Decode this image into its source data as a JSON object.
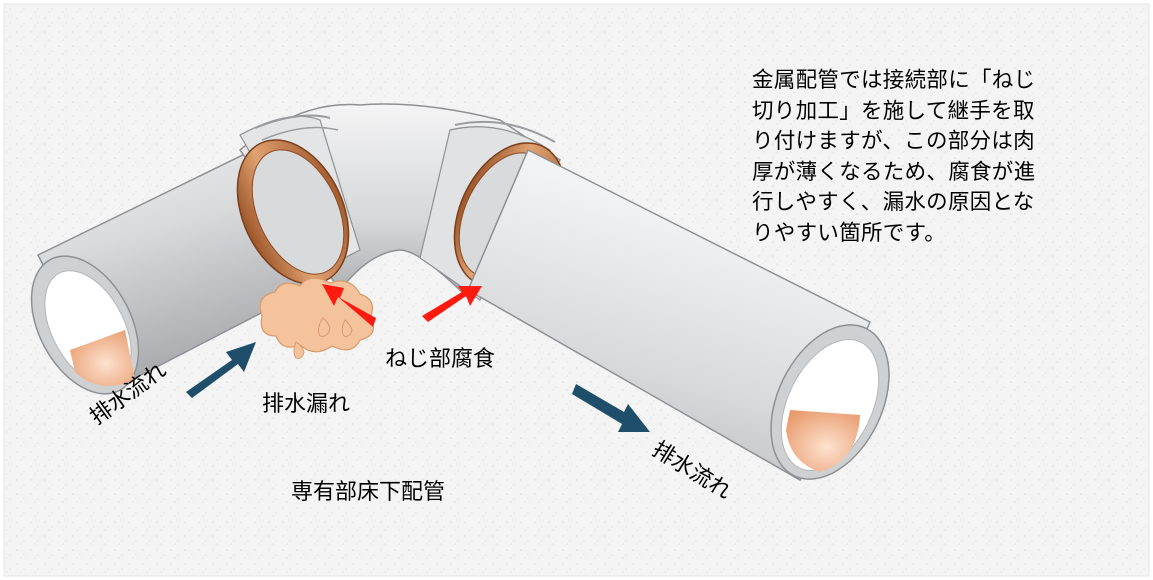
{
  "description_lines": [
    "金属配管では接続部に「ねじ",
    "切り加工」を施して継手を取",
    "り付けますが、この部分は肉",
    "厚が薄くなるため、腐食が進",
    "行しやすく、漏水の原因とな",
    "りやすい箇所です。"
  ],
  "labels": {
    "corrosion": "ねじ部腐食",
    "leak": "排水漏れ",
    "caption": "専有部床下配管",
    "flow_left": "排水流れ",
    "flow_right": "排水流れ"
  },
  "colors": {
    "pipe": "#d9dadc",
    "pipe_shadow": "#a9abae",
    "copper": "#c77a45",
    "leak": "#f4c39c",
    "red_arrow": "#ff1a10",
    "flow_arrow": "#1f4e6a",
    "inner": "#f0b08a"
  }
}
